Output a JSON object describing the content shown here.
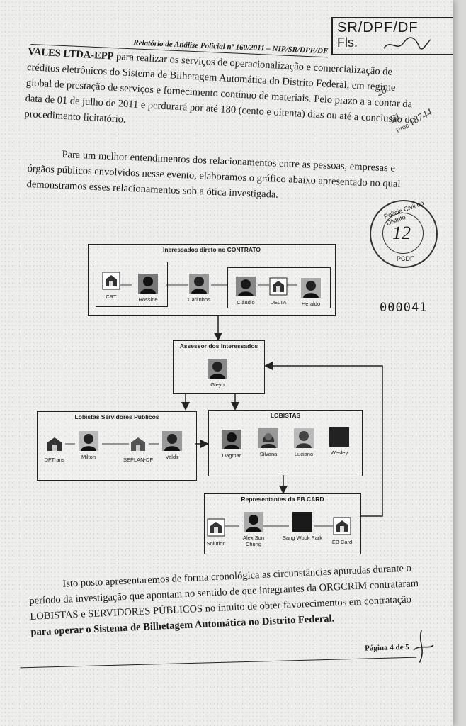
{
  "header": {
    "report_ref": "Relatório de Análise Policial nº 160/2011 – NIP/SR/DPF/DF",
    "stamp_line1": "SR/DPF/DF",
    "stamp_line2": "Fls."
  },
  "paragraph1": {
    "company": "VALES LTDA-EPP",
    "line1_rest": " para realizar os serviços de operacionalização e comercialização de",
    "line2": "créditos eletrônicos do Sistema de Bilhetagem Automática do Distrito Federal, em regime",
    "line3": "global de prestação de serviços e fornecimento contínuo de materiais. Pelo prazo a a contar da",
    "line4": "data de 01 de julho de 2011 e perdurará por até 180 (cento e oitenta) dias ou até a conclusão do",
    "line5": "procedimento licitatório."
  },
  "paragraph2": {
    "line1": "Para um melhor entendimentos dos relacionamentos entre as pessoas, empresas e",
    "line2": "órgãos públicos envolvidos nesse evento, elaboramos o gráfico abaixo apresentado no qual",
    "line3": "demonstramos esses relacionamentos sob a ótica investigada."
  },
  "side_stamp": {
    "n1": "26",
    "n2": "51",
    "proc_label": "Proc",
    "proc_num": "18744"
  },
  "round_stamp": {
    "arc_text": "Polícia Civil do Distrito",
    "number": "12",
    "bottom": "PCDF"
  },
  "page_stamp": "000041",
  "diagram": {
    "box_contract": {
      "title": "Ineressados direto no CONTRATO",
      "nodes": [
        "CRT",
        "Rossine",
        "Carlinhos",
        "Cláudio",
        "DELTA",
        "Heraldo"
      ]
    },
    "box_assessor": {
      "title": "Assessor dos Interessados",
      "nodes": [
        "Gleyb"
      ]
    },
    "box_lobistas_servidores": {
      "title": "Lobistas Servidores Públicos",
      "nodes": [
        "DFTrans",
        "Milton",
        "SEPLAN-DF",
        "Valdir"
      ]
    },
    "box_lobistas": {
      "title": "LOBISTAS",
      "nodes": [
        "Dagmar",
        "Silvana",
        "Luciano",
        "Wesley"
      ]
    },
    "box_ebcard": {
      "title": "Representantes da EB CARD",
      "nodes": [
        "Solution",
        "Alex Son Chung",
        "Sang Wook Park",
        "EB Card"
      ]
    }
  },
  "paragraph3": {
    "line1": "Isto posto apresentaremos de forma cronológica as circunstâncias apuradas durante o",
    "line2": "período da investigação que apontam no sentido de que integrantes da ORGCRIM contrataram",
    "line3": "LOBISTAS e SERVIDORES PÚBLICOS no intuito de obter favorecimentos em contratação",
    "line4": "para operar o Sistema de Bilhetagem Automática no Distrito Federal."
  },
  "footer": {
    "page_label": "Página 4 de 5"
  }
}
